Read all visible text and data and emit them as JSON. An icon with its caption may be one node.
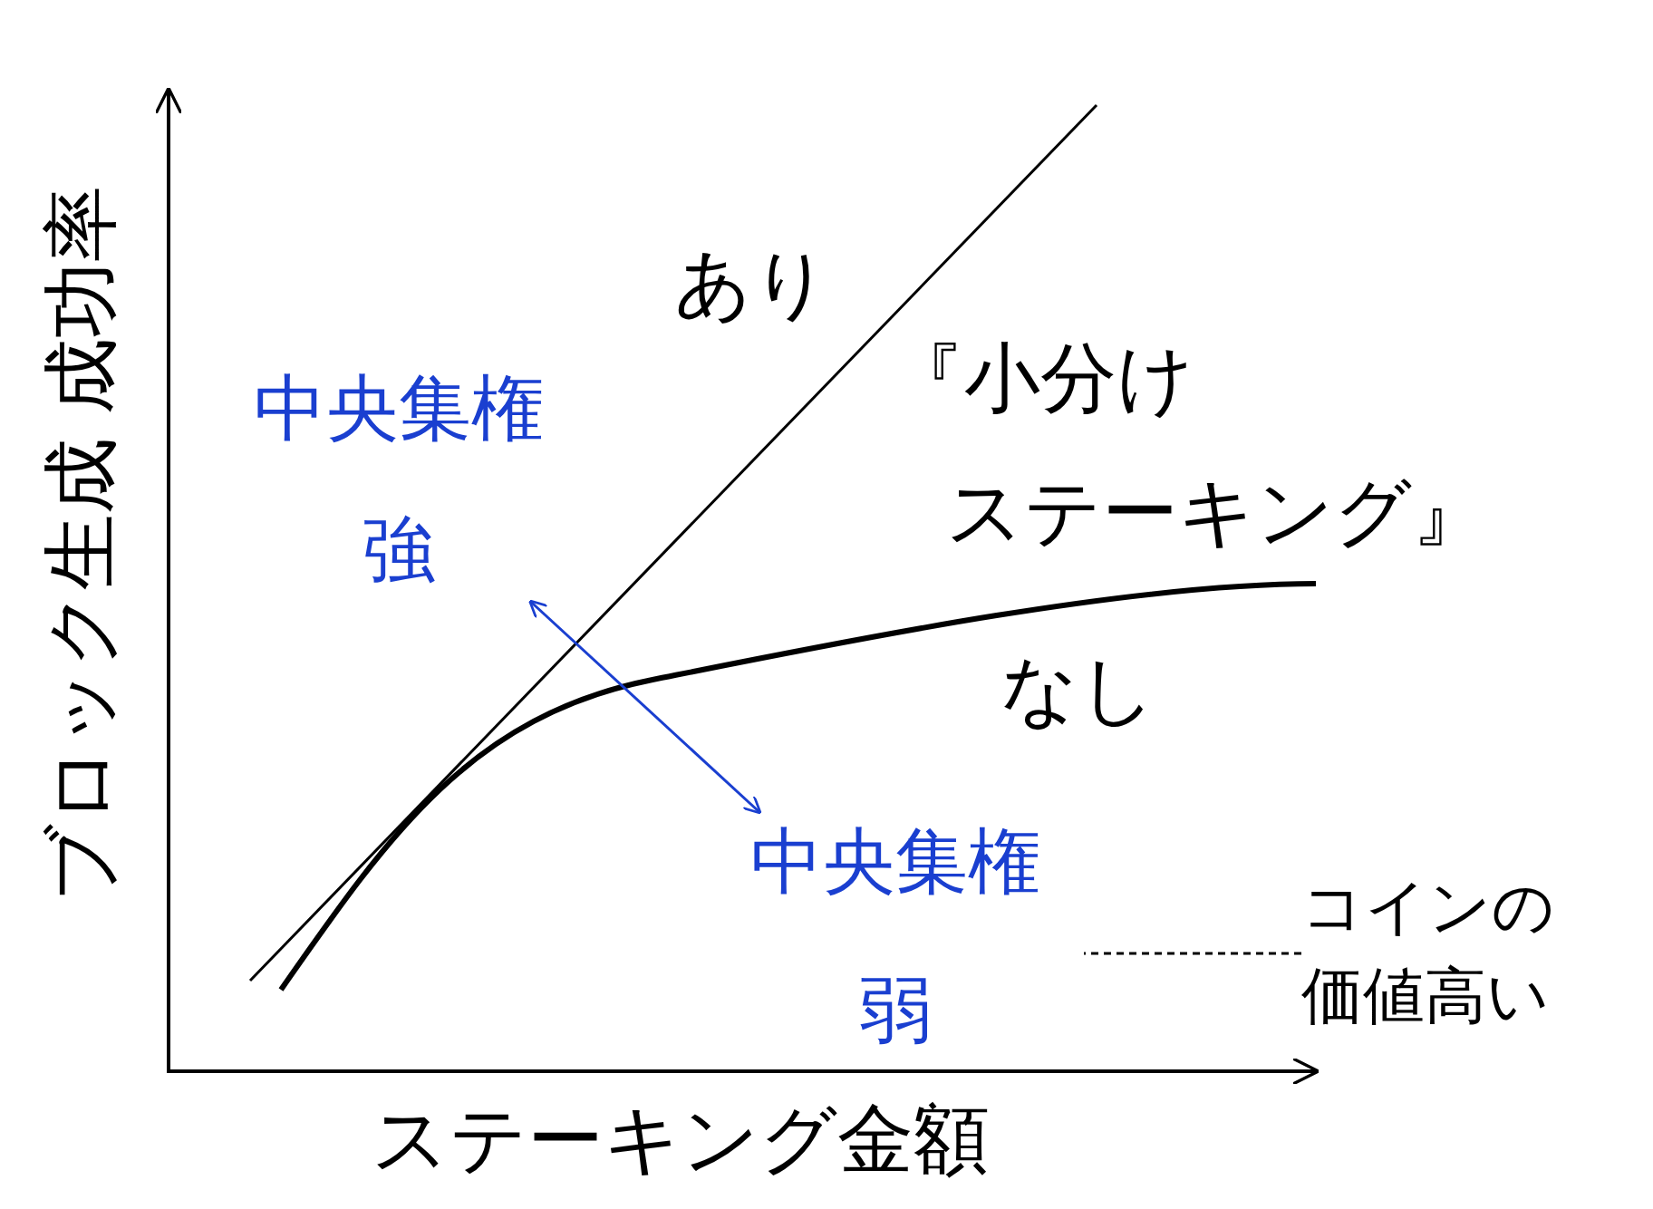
{
  "diagram": {
    "nodes": [
      {
        "text": [
          "中央集権",
          "強"
        ]
      },
      {
        "text": [
          "中央集権",
          "弱"
        ]
      },
      {
        "text": [
          "コインの価値高い"
        ]
      }
    ],
    "edges": [
      {
        "from": 0,
        "to": 1,
        "arrow": "both",
        "color": "#1a3fd0"
      },
      {
        "from": 2,
        "to": null,
        "arrow": "none",
        "style": "dashed",
        "color": "#000000"
      }
    ],
    "labels": [
      "ブロック生成 成功率",
      "あり",
      "『小分け",
      "ステーキング』",
      "なし",
      "ステーキング金額"
    ]
  }
}
